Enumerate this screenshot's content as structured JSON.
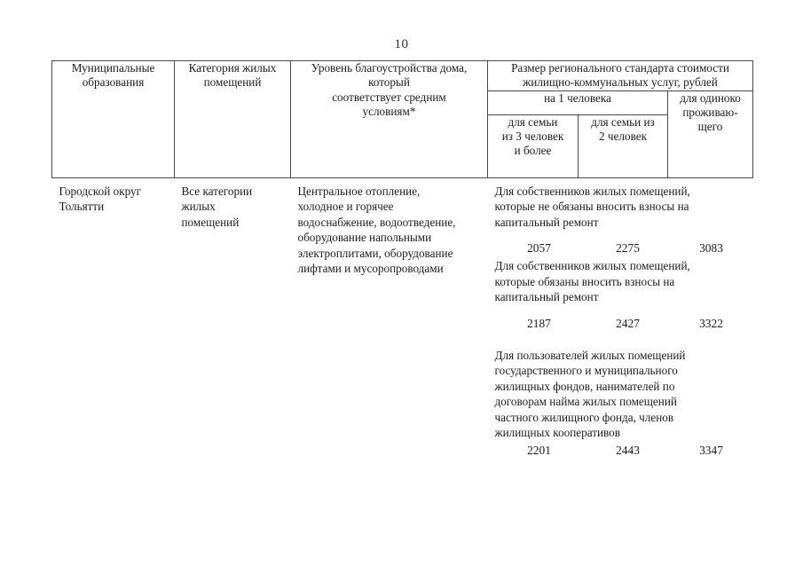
{
  "page": {
    "number": "10"
  },
  "table": {
    "headers": {
      "municipalities": "Муниципальные\nобразования",
      "category": "Категория жилых\nпомещений",
      "improvement_level": "Уровень благоустройства дома,\nкоторый\nсоответствует средним\nусловиям*",
      "standard_size": "Размер регионального стандарта стоимости\nжилищно-коммунальных услуг, рублей",
      "per_person": "на 1 человека",
      "family_of_3_or_more": "для семьи\nиз 3 человек\nи более",
      "family_of_2": "для семьи из\n2 человек",
      "living_alone": "для одиноко\nпроживаю-\nщего"
    },
    "rows": [
      {
        "municipality": "Городской округ\nТольятти",
        "category": "Все категории\nжилых\nпомещений",
        "improvement_level": "Центральное отопление,\nхолодное и горячее\nводоснабжение, водоотведение,\nоборудование напольными\nэлектроплитами, оборудование\nлифтами и мусоропроводами",
        "rate_blocks": [
          {
            "description": "Для собственников жилых помещений,\nкоторые не обязаны вносить взносы на\nкапитальный ремонт",
            "family_of_3_or_more": "2057",
            "family_of_2": "2275",
            "living_alone": "3083"
          },
          {
            "description": "Для собственников  жилых помещений,\nкоторые обязаны вносить взносы на\nкапитальный ремонт",
            "family_of_3_or_more": "2187",
            "family_of_2": "2427",
            "living_alone": "3322"
          },
          {
            "description": "Для пользователей жилых помещений\nгосударственного и муниципального\nжилищных фондов, нанимателей по\nдоговорам найма жилых помещений\nчастного жилищного фонда, членов\nжилищных кооперативов",
            "family_of_3_or_more": "2201",
            "family_of_2": "2443",
            "living_alone": "3347"
          }
        ]
      }
    ]
  }
}
